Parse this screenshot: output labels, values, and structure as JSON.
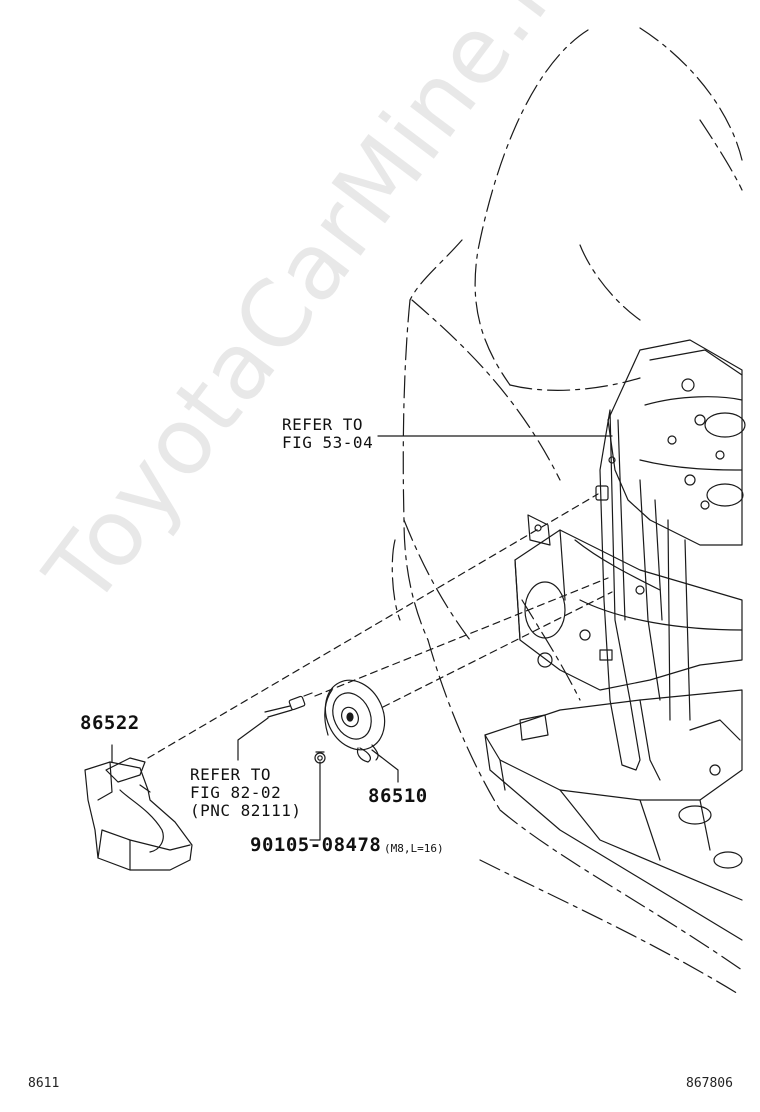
{
  "labels": {
    "part_86522": "86522",
    "refer_53_line1": "REFER TO",
    "refer_53_line2": "FIG 53-04",
    "refer_82_line1": "REFER TO",
    "refer_82_line2": "FIG 82-02",
    "refer_82_line3": "(PNC 82111)",
    "part_86510": "86510",
    "bolt_part": "90105-08478",
    "bolt_spec": "(M8,L=16)"
  },
  "watermark": "ToyotaCarMine.ru",
  "footer": {
    "left": "8611",
    "right": "867806"
  },
  "colors": {
    "line": "#1a1a1a",
    "watermark": "#c8c8c8",
    "background": "#ffffff"
  }
}
